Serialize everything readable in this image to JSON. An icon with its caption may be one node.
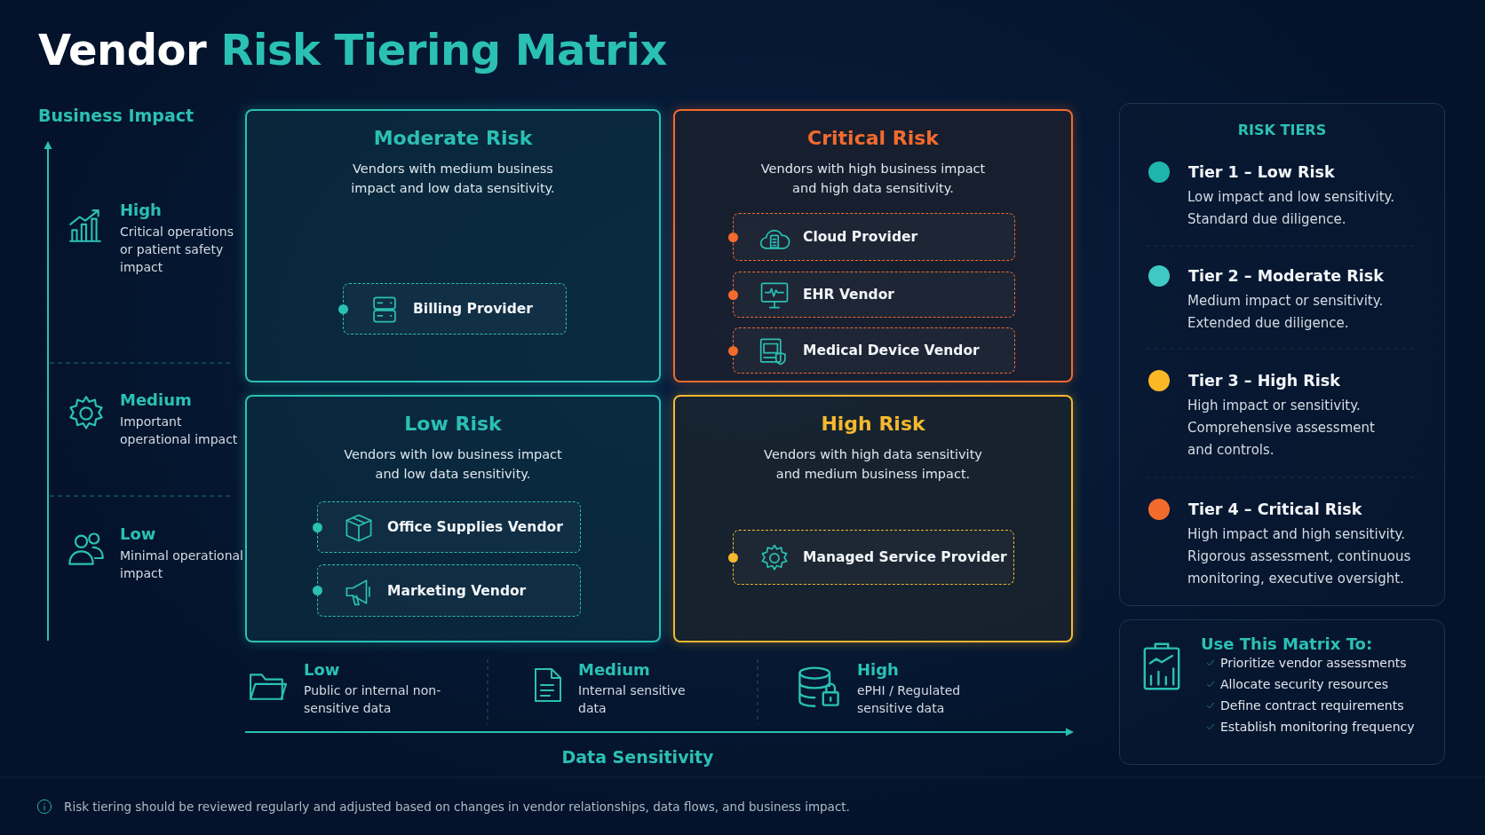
{
  "diagram": {
    "title": "Vendor Risk Tiering Matrix",
    "nodes": [
      {
        "text": [
          "Moderate Risk",
          "Vendors with medium business impact and low data sensitivity."
        ]
      },
      {
        "text": [
          "Billing Provider"
        ],
        "in": 0
      },
      {
        "text": [
          "Critical Risk",
          "Vendors with high business impact and high data sensitivity."
        ]
      },
      {
        "text": [
          "Cloud Provider"
        ],
        "in": 2
      },
      {
        "text": [
          "EHR Vendor"
        ],
        "in": 2
      },
      {
        "text": [
          "Medical Device Vendor"
        ],
        "in": 2
      },
      {
        "text": [
          "Low Risk",
          "Vendors with low business impact and low data sensitivity."
        ]
      },
      {
        "text": [
          "Office Supplies Vendor"
        ],
        "in": 6
      },
      {
        "text": [
          "Marketing Vendor"
        ],
        "in": 6
      },
      {
        "text": [
          "High Risk",
          "Vendors with high data sensitivity and medium business impact."
        ]
      },
      {
        "text": [
          "Managed Service Provider"
        ],
        "in": 9
      },
      {
        "text": [
          "RISK TIERS"
        ]
      },
      {
        "text": [
          "Use This Matrix To:",
          "Prioritize vendor assessments",
          "Allocate security resources",
          "Define contract requirements",
          "Establish monitoring frequency"
        ]
      }
    ],
    "labels": [
      "Business Impact",
      "High",
      "Critical operations or patient safety impact",
      "Medium",
      "Important operational impact",
      "Low",
      "Minimal operational impact",
      "Low",
      "Public or internal non-sensitive data",
      "Medium",
      "Internal sensitive data",
      "High",
      "ePHI / Regulated sensitive data",
      "Data Sensitivity",
      "Low impact and low sensitivity. Standard due diligence.",
      "Medium impact or sensitivity. Extended due diligence.",
      "High impact or sensitivity. Comprehensive assessment and controls.",
      "High impact and high sensitivity. Rigorous assessment, continuous monitoring, executive oversight.",
      "Risk tiering should be reviewed regularly and adjusted based on changes in vendor relationships, data flows, and business impact."
    ],
    "legend": [
      {
        "text": "Tier 1 – Low Risk",
        "color": "#1fb5ad"
      },
      {
        "text": "Tier 2 – Moderate Risk",
        "color": "#3fc8c4"
      },
      {
        "text": "Tier 3 – High Risk",
        "color": "#fbb824"
      },
      {
        "text": "Tier 4 – Critical Risk",
        "color": "#f26b2d"
      }
    ]
  }
}
